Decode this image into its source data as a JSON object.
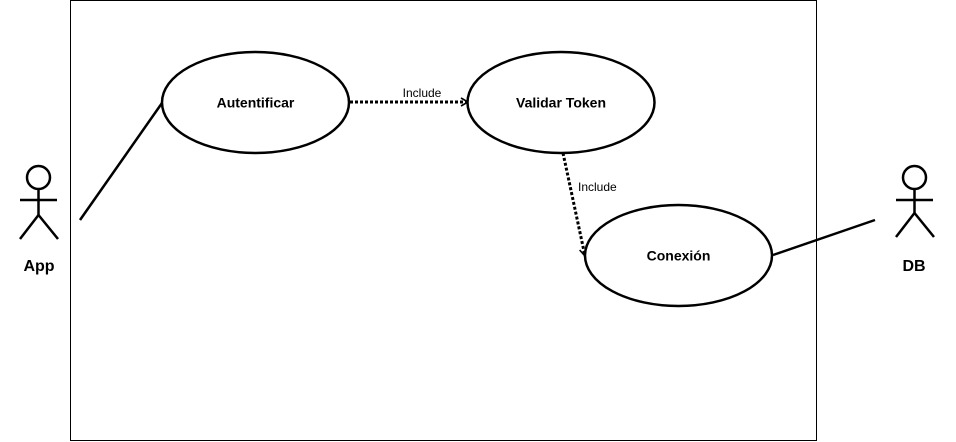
{
  "actors": {
    "app": {
      "label": "App"
    },
    "db": {
      "label": "DB"
    }
  },
  "use_cases": {
    "autentificar": {
      "label": "Autentificar"
    },
    "validar_token": {
      "label": "Validar Token"
    },
    "conexion": {
      "label": "Conexión"
    }
  },
  "relations": {
    "include_1": {
      "label": "Include"
    },
    "include_2": {
      "label": "Include"
    }
  },
  "colors": {
    "stroke": "#000000",
    "background": "#ffffff"
  }
}
